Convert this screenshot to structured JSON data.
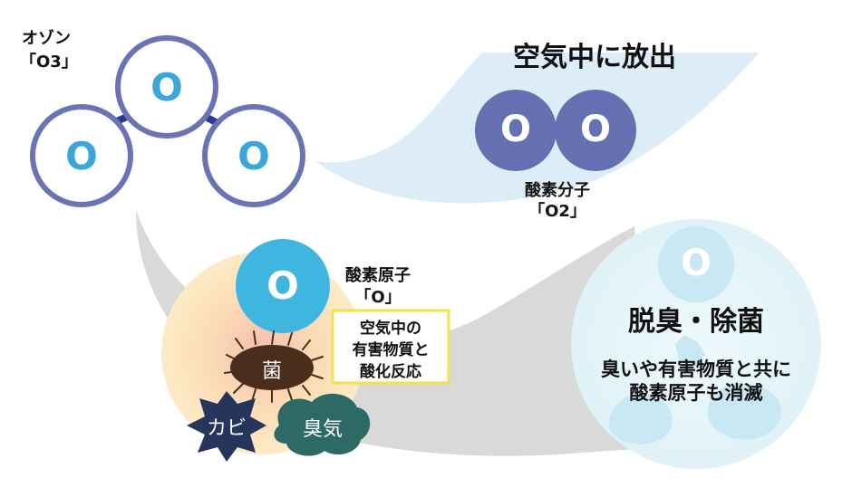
{
  "ozone": {
    "name": "オゾン",
    "formula": "「O3」",
    "atoms": [
      "O",
      "O",
      "O"
    ]
  },
  "release": {
    "title": "空気中に放出",
    "molecule_atoms": [
      "O",
      "O"
    ],
    "name": "酸素分子",
    "formula": "「O2」"
  },
  "reaction": {
    "atom": "O",
    "name": "酸素原子",
    "formula": "「O」",
    "box_lines": [
      "空気中の",
      "有害物質と",
      "酸化反応"
    ],
    "targets": {
      "bacteria": "菌",
      "mold": "カビ",
      "odor": "臭気"
    }
  },
  "result": {
    "atom": "O",
    "title": "脱臭・除菌",
    "line1": "臭いや有害物質と共に",
    "line2": "酸素原子も消滅"
  },
  "colors": {
    "ozone_ring": "#6a74b4",
    "atom_text": "#3aa7d8",
    "molecule": "#6570b2",
    "oxygen_atom": "#3fb6e0",
    "release_swoosh": "#dcedf8",
    "grey_path": "#d9d9d9",
    "reaction_glow": "#fbe3b0",
    "box_border": "#f3e24a",
    "bacteria": "#4a2e1b",
    "mold": "#25355c",
    "odor": "#2d6a66",
    "result_circle": "#e8f6fb"
  }
}
